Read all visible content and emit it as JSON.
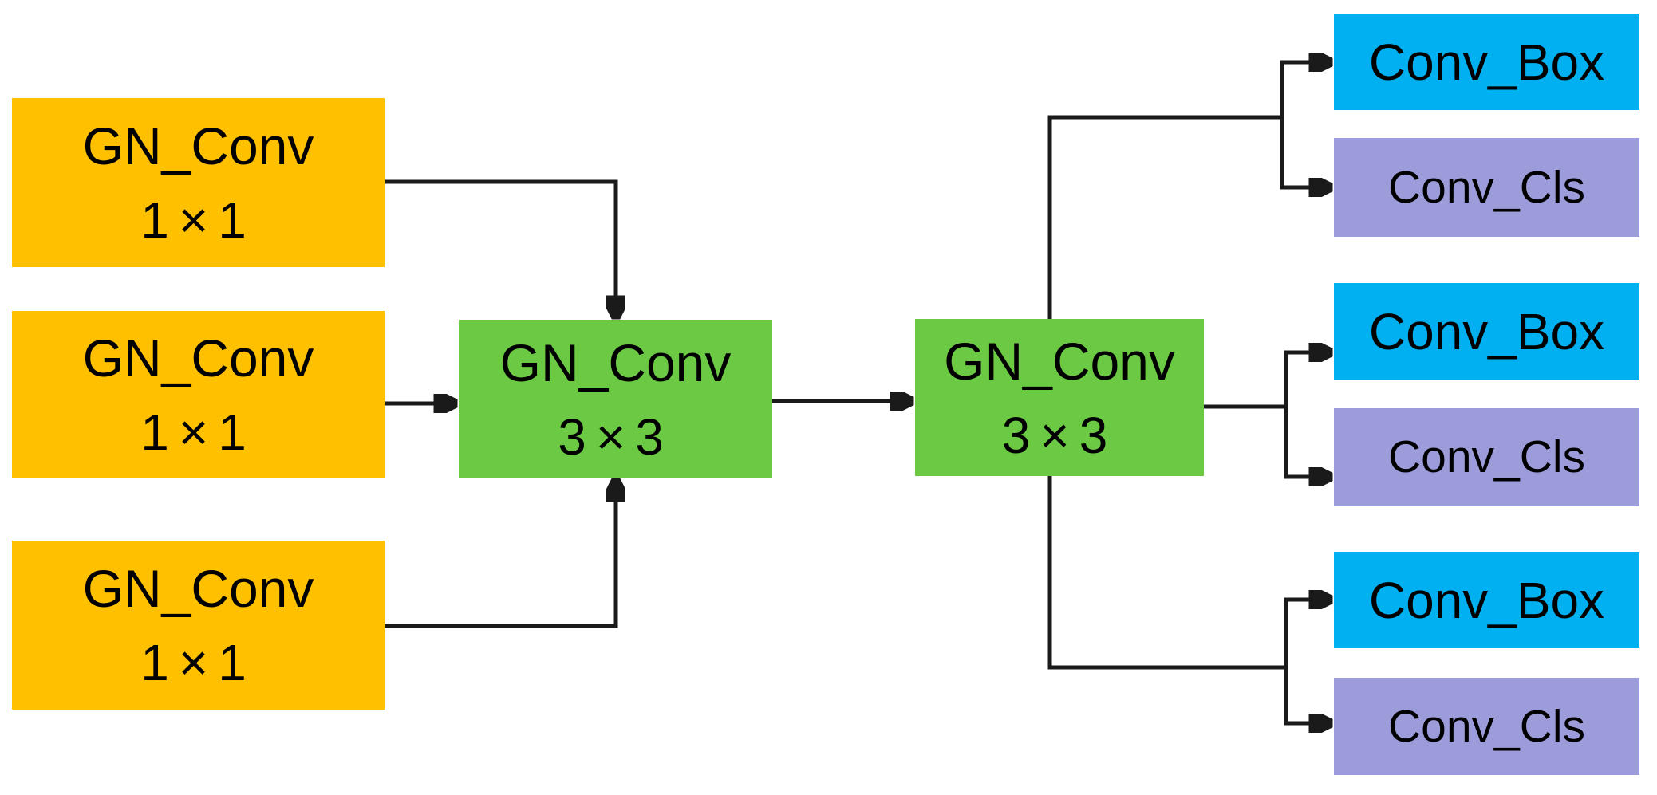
{
  "colors": {
    "input_block": "#FFC000",
    "conv_block": "#6BC944",
    "box_head": "#00B0F0",
    "cls_head": "#9D9CDB",
    "line": "#1A1A1A",
    "background": "#FFFFFF",
    "text": "#000000"
  },
  "blocks": {
    "inputs": [
      {
        "name": "GN_Conv",
        "kernel": "1×1"
      },
      {
        "name": "GN_Conv",
        "kernel": "1×1"
      },
      {
        "name": "GN_Conv",
        "kernel": "1×1"
      }
    ],
    "fusion_conv": {
      "name": "GN_Conv",
      "kernel": "3×3"
    },
    "tower_conv": {
      "name": "GN_Conv",
      "kernel": "3×3"
    },
    "heads": [
      {
        "box": "Conv_Box",
        "cls": "Conv_Cls"
      },
      {
        "box": "Conv_Box",
        "cls": "Conv_Cls"
      },
      {
        "box": "Conv_Box",
        "cls": "Conv_Cls"
      }
    ]
  }
}
